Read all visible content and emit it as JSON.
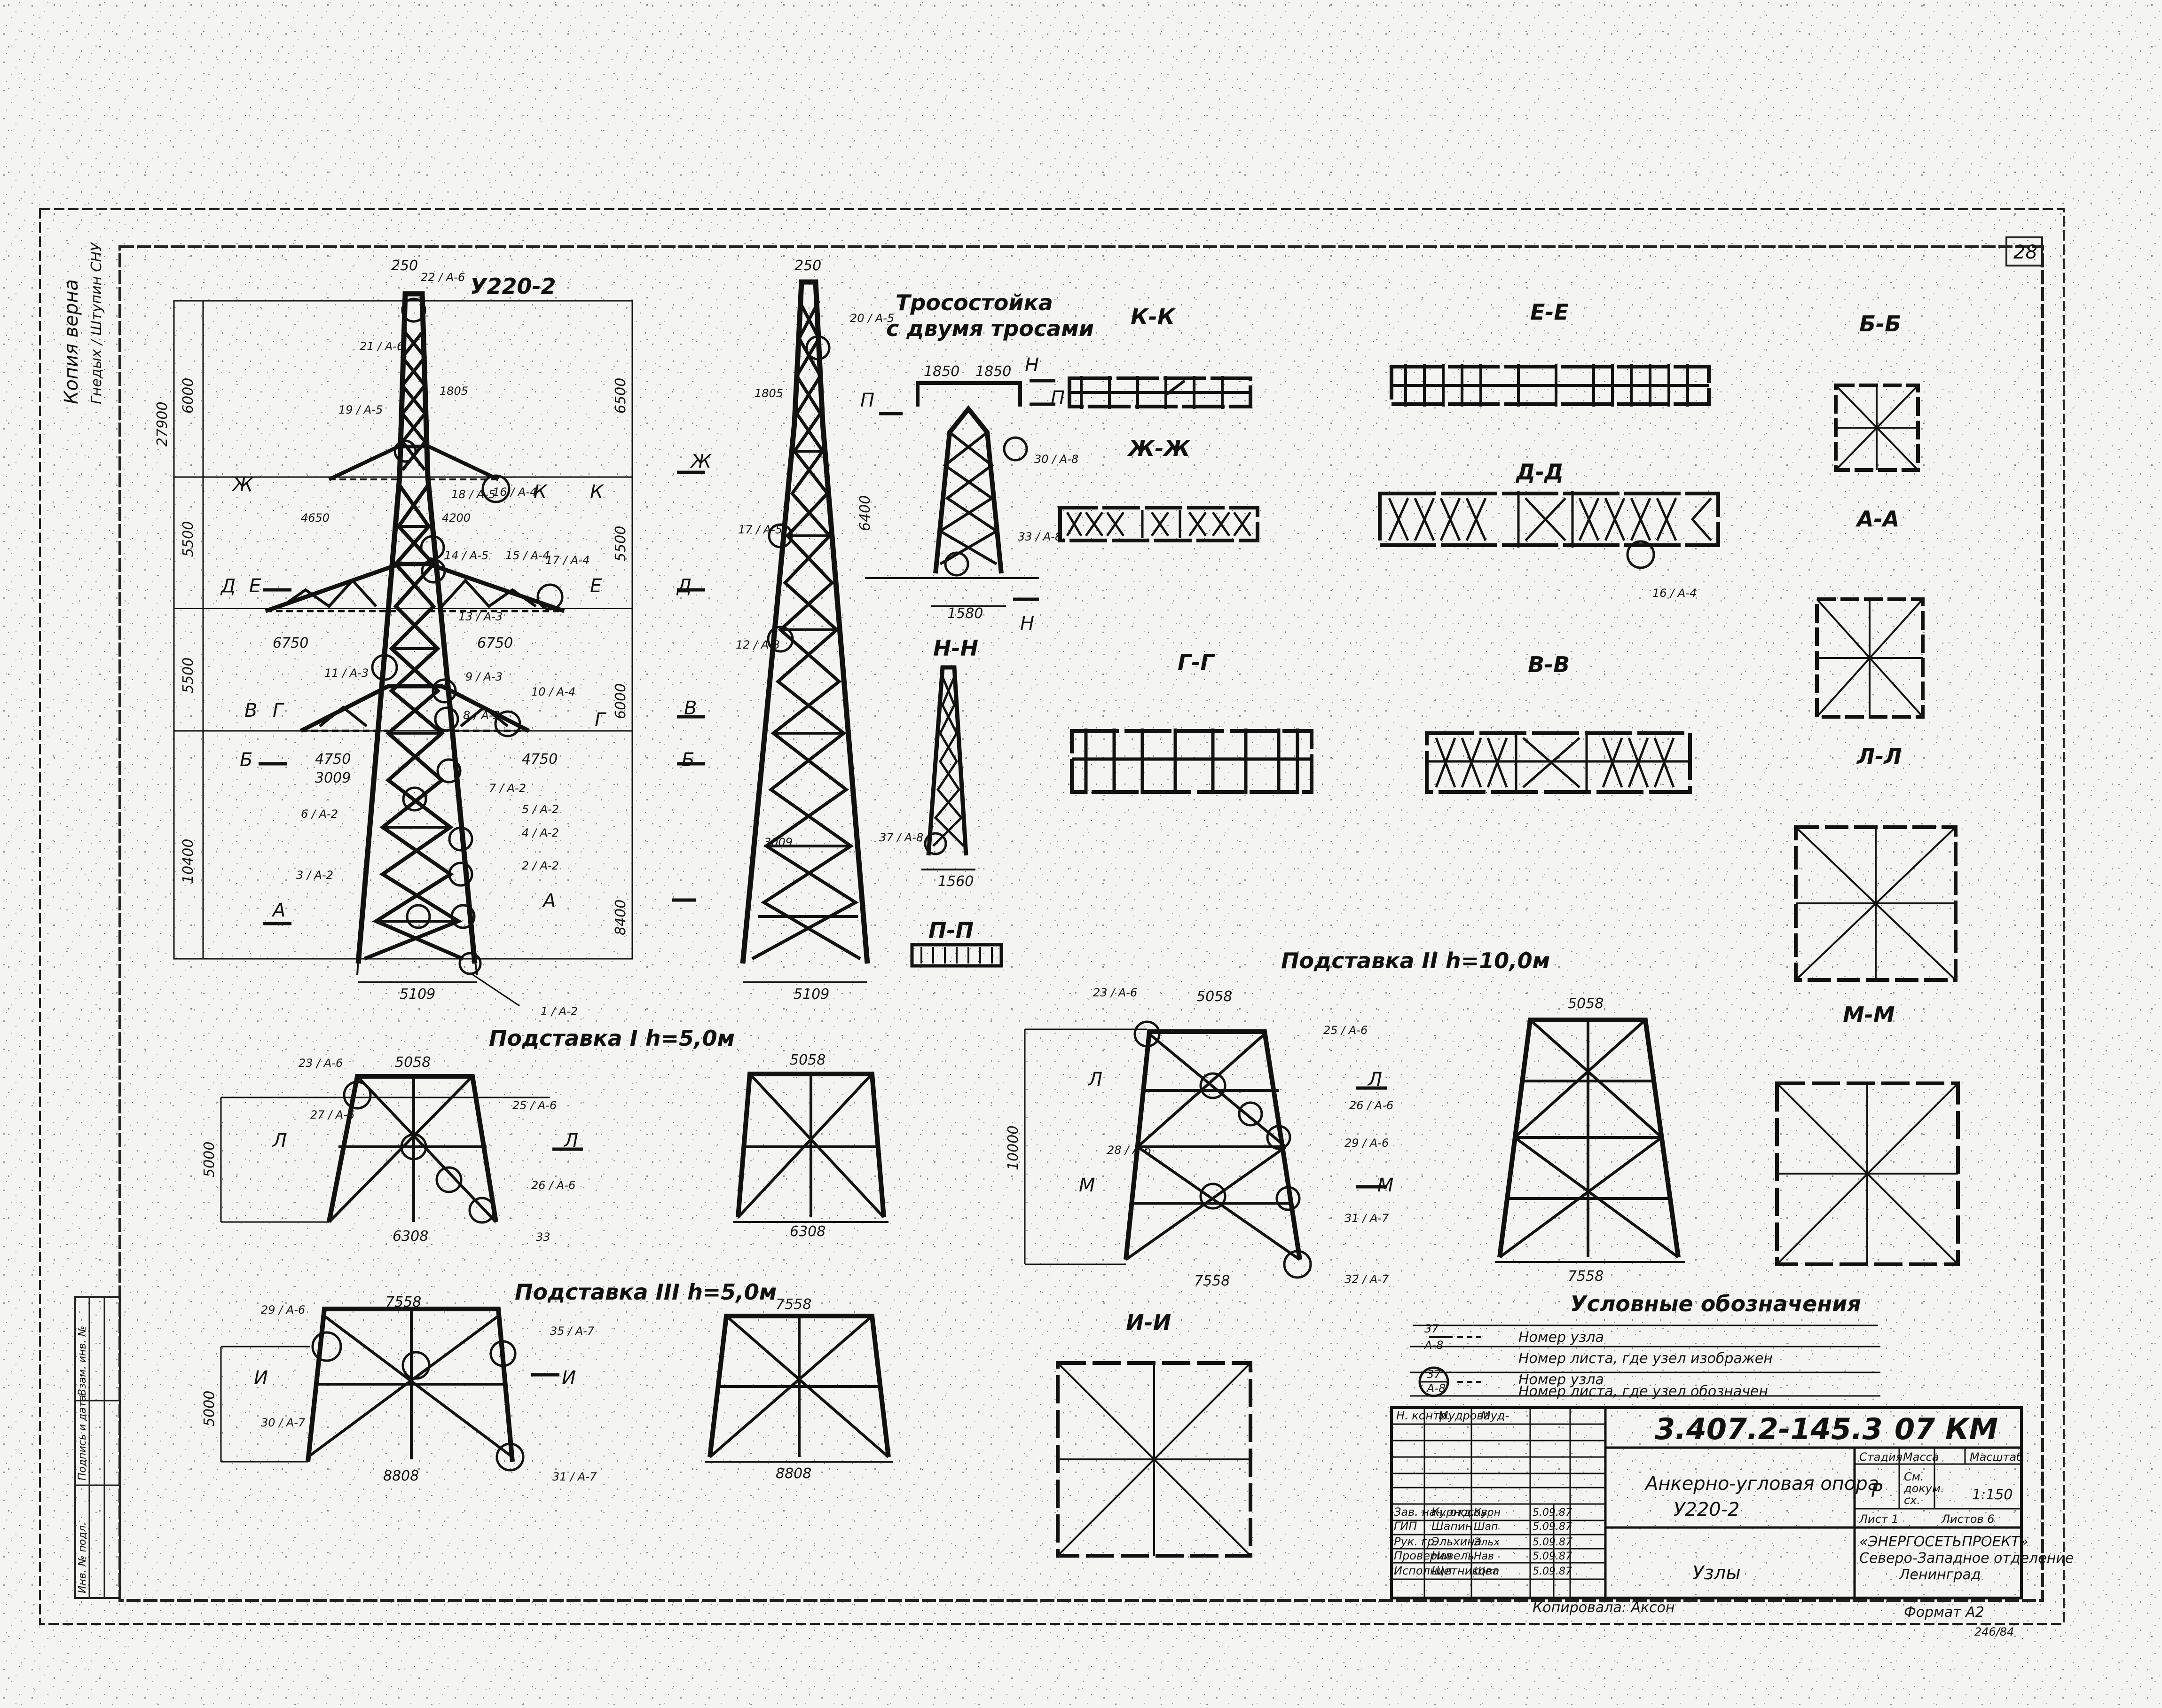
{
  "sheet": {
    "sheet_number": "28",
    "copy_note": "Копия верна",
    "copy_signature": "Гнедых / Штупин СНУ",
    "stamp_field_1": "Инв. № подл.",
    "stamp_field_2": "Подпись и дата",
    "stamp_field_3": "Взам. инв. №"
  },
  "tower": {
    "title": "У220-2",
    "top_width": "250",
    "node_22": "22 / А-6",
    "node_21": "21 / А-6",
    "node_19": "19 / А-5",
    "dim_1805": "1805",
    "node_16": "16 / А-4",
    "node_18": "18 / А-5",
    "dim_4200": "4200",
    "dim_4650": "4650",
    "node_14": "14 / А-5",
    "node_15": "15 / А-4",
    "node_17": "17 / А-4",
    "node_13": "13 / А-3",
    "dim_6750_left": "6750",
    "dim_6750_right": "6750",
    "node_11": "11 / А-3",
    "node_9": "9 / А-3",
    "node_10": "10 / А-4",
    "node_8": "8 / А-3",
    "dim_4750_left": "4750",
    "dim_4750_right": "4750",
    "dim_3009": "3009",
    "node_7": "7 / А-2",
    "node_6": "6 / А-2",
    "node_5": "5 / А-2",
    "node_4": "4 / А-2",
    "node_3": "3 / А-2",
    "node_2": "2 / А-2",
    "node_1": "1 / А-2",
    "base_width": "5109",
    "height_total": "27900",
    "section_6000": "6000",
    "section_5500_1": "5500",
    "section_5500_2": "5500",
    "section_10400": "10400",
    "right_6500": "6500",
    "right_5500": "5500",
    "right_6000": "6000",
    "right_8400": "8400",
    "cut_zh": "Ж",
    "cut_k": "К",
    "cut_d": "Д",
    "cut_e": "Е",
    "cut_v": "В",
    "cut_g": "Г",
    "cut_b": "Б",
    "cut_a": "А"
  },
  "side_tower": {
    "top_width": "250",
    "node_20": "20 / А-5",
    "dim_1805": "1805",
    "node_17": "17 / А-5",
    "node_12": "12 / А-3",
    "dim_3009": "3009",
    "base_width": "5109"
  },
  "peak": {
    "title": "Тросостойка",
    "subtitle": "с двумя тросами",
    "dim_1850_l": "1850",
    "dim_1850_r": "1850",
    "dim_6400": "6400",
    "node_30": "30 / А-8",
    "node_33": "33 / А-8",
    "dim_1580": "1580",
    "cut_p": "П",
    "cut_n": "Н"
  },
  "sections": {
    "n_n": {
      "title": "Н-Н",
      "node": "37 / А-8",
      "width": "1560"
    },
    "p_p": {
      "title": "П-П"
    },
    "k_k": {
      "title": "К-К"
    },
    "zh_zh": {
      "title": "Ж-Ж"
    },
    "e_e": {
      "title": "Е-Е"
    },
    "d_d": {
      "title": "Д-Д",
      "node": "16 / А-4"
    },
    "g_g": {
      "title": "Г-Г"
    },
    "v_v": {
      "title": "В-В"
    },
    "b_b": {
      "title": "Б-Б"
    },
    "a_a_upper": {
      "title": "А-А"
    },
    "l_l": {
      "title": "Л-Л"
    },
    "m_m": {
      "title": "М-М"
    },
    "i_i": {
      "title": "И-И"
    }
  },
  "podstavka_1": {
    "title": "Подставка I h=5,0м",
    "top_width": "5058",
    "bottom_width": "6308",
    "height": "5000",
    "node_23": "23 / А-6",
    "node_27": "27 / А-6",
    "node_25": "25 / А-6",
    "node_26": "26 / А-6",
    "node_33": "33",
    "cut": "Л"
  },
  "podstavka_2": {
    "title": "Подставка II h=10,0м",
    "top_width": "5058",
    "bottom_width": "7558",
    "height": "10000",
    "node_23": "23 / А-6",
    "node_25": "25 / А-6",
    "node_26": "26 / А-6",
    "node_29": "29 / А-6",
    "node_28": "28 / А-6",
    "node_31": "31 / А-7",
    "node_32": "32 / А-7",
    "cut_l": "Л",
    "cut_m": "М"
  },
  "podstavka_3": {
    "title": "Подставка III h=5,0м",
    "top_width": "7558",
    "bottom_width": "8808",
    "height": "5000",
    "node_29": "29 / А-6",
    "node_35": "35 / А-7",
    "node_30": "30 / А-7",
    "node_31": "31 / А-7",
    "cut": "И"
  },
  "legend": {
    "title": "Условные обозначения",
    "sample_1_num": "37",
    "sample_1_sheet": "А-8",
    "sample_2_num": "37",
    "sample_2_sheet": "А-8",
    "line_1": "Номер узла",
    "line_2": "Номер листа, где узел изображен",
    "line_3": "Номер узла",
    "line_4": "Номер листа, где узел обозначен"
  },
  "title_block": {
    "doc_code": "3.407.2-145.3",
    "doc_suffix": "07 КМ",
    "object_name_1": "Анкерно-угловая опора",
    "object_name_2": "У220-2",
    "sheet_name": "Узлы",
    "role_norm": "Н. контр.",
    "name_norm": "Мудрова",
    "sign_norm": "Муд-",
    "role_dept": "Зав. нач. отд.",
    "name_dept": "Курносов",
    "sign_dept": "Курн",
    "date_dept": "5.09.87",
    "role_gip": "ГИП",
    "name_gip": "Шапин",
    "sign_gip": "Шап",
    "date_gip": "5.09.87",
    "role_group": "Рук. гр.",
    "name_group": "Эльхина",
    "sign_group": "Эльх",
    "date_group": "5.09.87",
    "role_check": "Проверил",
    "name_check": "Навель",
    "sign_check": "Нав",
    "date_check": "5.09.87",
    "role_exec": "Исполнил",
    "name_exec": "Щетникова",
    "sign_exec": "Щет",
    "date_exec": "5.09.87",
    "stage_label": "Стадия",
    "mass_label": "Масса",
    "scale_label": "Масштаб",
    "stage_value": "Р",
    "mass_note_1": "См.",
    "mass_note_2": "докум.",
    "mass_note_3": "сх.",
    "scale_value": "1:150",
    "sheet_label": "Лист 1",
    "sheets_label": "Листов 6",
    "org_1": "«ЭНЕРГОСЕТЬПРОЕКТ»",
    "org_2": "Северо-Западное отделение",
    "org_3": "Ленинград",
    "copied": "Копировала: Аксон",
    "format": "Формат А2",
    "archive_no": "246/84"
  }
}
